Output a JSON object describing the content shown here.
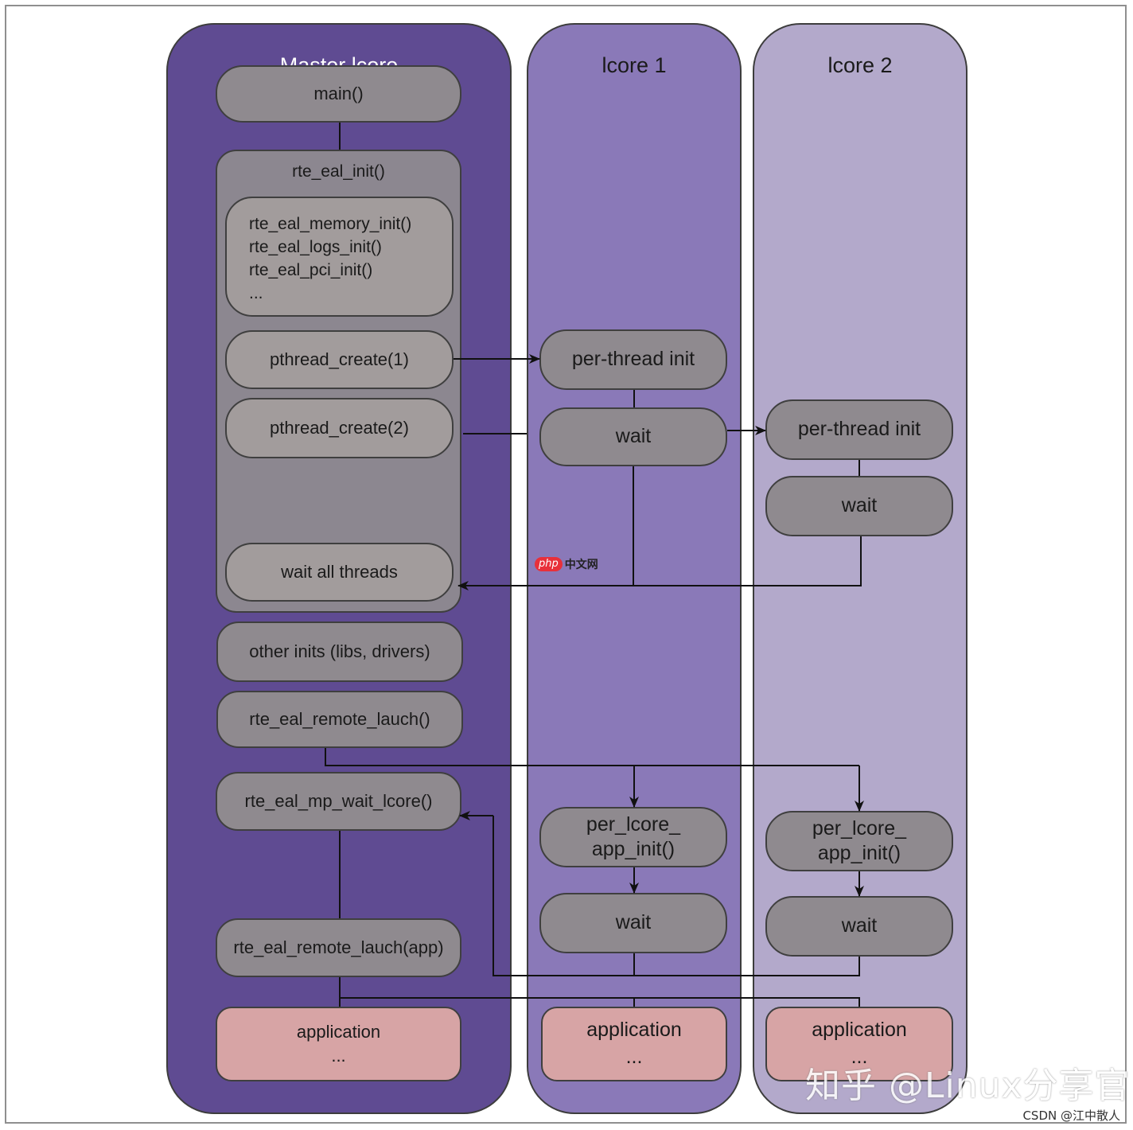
{
  "colors": {
    "master_lane": "#5f4b92",
    "lcore1_lane": "#8a79b8",
    "lcore2_lane": "#b3a9cb",
    "box_grey": "#8f8a8f",
    "box_light_grey": "#a29c9c",
    "box_pink": "#d7a4a5",
    "line": "#111111"
  },
  "lanes": {
    "master": {
      "title": "Master lcore"
    },
    "lcore1": {
      "title": "lcore 1"
    },
    "lcore2": {
      "title": "lcore 2"
    }
  },
  "master": {
    "main": "main()",
    "rte_eal_init": {
      "label": "rte_eal_init()",
      "init_calls": [
        "rte_eal_memory_init()",
        "rte_eal_logs_init()",
        "rte_eal_pci_init()",
        "..."
      ],
      "pthread_create_1": "pthread_create(1)",
      "pthread_create_2": "pthread_create(2)",
      "wait_all_threads": "wait all threads"
    },
    "other_inits": "other inits (libs, drivers)",
    "remote_launch": "rte_eal_remote_lauch()",
    "mp_wait_lcore": "rte_eal_mp_wait_lcore()",
    "remote_launch_app": "rte_eal_remote_lauch(app)",
    "application": {
      "label": "application",
      "ellipsis": "..."
    }
  },
  "lcore1": {
    "per_thread_init": "per-thread init",
    "wait_1": "wait",
    "per_lcore_app_init_line1": "per_lcore_",
    "per_lcore_app_init_line2": "app_init()",
    "wait_2": "wait",
    "application": {
      "label": "application",
      "ellipsis": "..."
    }
  },
  "lcore2": {
    "per_thread_init": "per-thread init",
    "wait_1": "wait",
    "per_lcore_app_init_line1": "per_lcore_",
    "per_lcore_app_init_line2": "app_init()",
    "wait_2": "wait",
    "application": {
      "label": "application",
      "ellipsis": "..."
    }
  },
  "overlays": {
    "php_badge": "php",
    "php_text": "中文网",
    "watermark": "知乎 @Linux分享官",
    "csdn": "CSDN @江中散人"
  }
}
